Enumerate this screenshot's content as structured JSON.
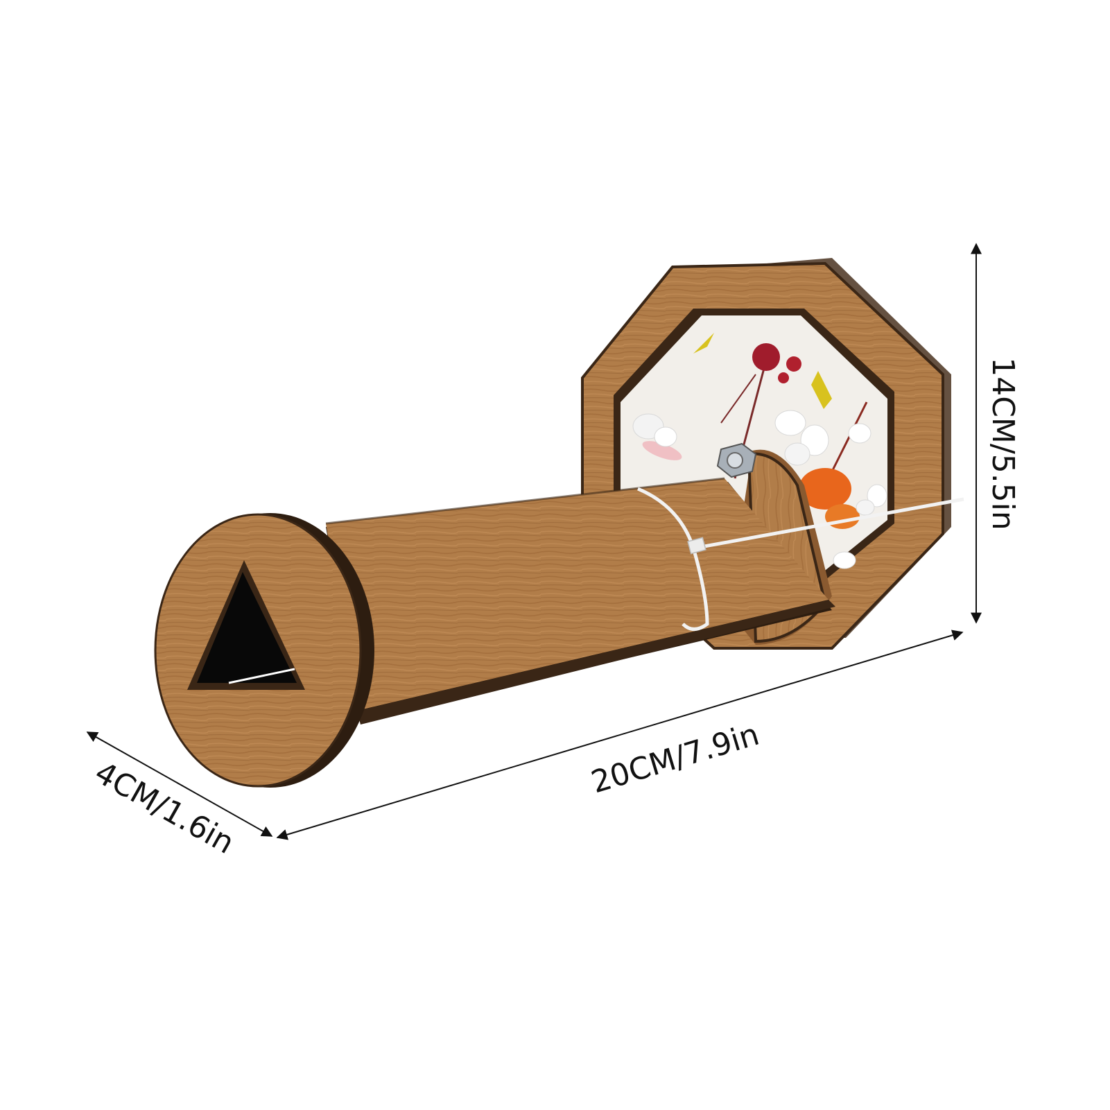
{
  "dimensions": {
    "height_label": "14CM/5.5in",
    "length_label": "20CM/7.9in",
    "diameter_label": "4CM/1.6in"
  },
  "colors": {
    "wood_light": "#b4804c",
    "wood_dark": "#8e5c30",
    "edge_dark": "#3a2616",
    "line": "#111111",
    "background": "#ffffff"
  }
}
